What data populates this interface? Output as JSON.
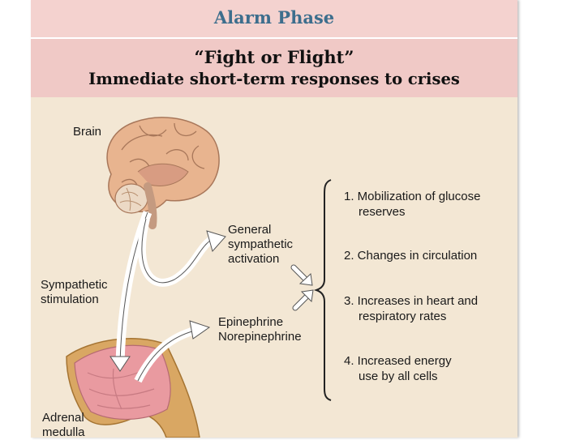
{
  "header": {
    "title": "Alarm Phase",
    "subtitle_line1": "“Fight or Flight”",
    "subtitle_line2": "Immediate short-term responses to crises"
  },
  "labels": {
    "brain": "Brain",
    "sympathetic_stimulation": [
      "Sympathetic",
      "stimulation"
    ],
    "general_activation": [
      "General",
      "sympathetic",
      "activation"
    ],
    "hormones": [
      "Epinephrine",
      "Norepinephrine"
    ],
    "adrenal": [
      "Adrenal",
      "medulla"
    ]
  },
  "responses": [
    {
      "line1": "1. Mobilization of glucose",
      "line2": "reserves"
    },
    {
      "line1": "2. Changes in circulation",
      "line2": ""
    },
    {
      "line1": "3. Increases in heart and",
      "line2": "respiratory rates"
    },
    {
      "line1": "4. Increased energy",
      "line2": "use by all cells"
    }
  ],
  "colors": {
    "panel_bg": "#f3e7d4",
    "header_bar": "#f4d2cf",
    "title_color": "#3d6e8d",
    "brain": "#e8b48f",
    "adrenal": "#e99aa0"
  }
}
